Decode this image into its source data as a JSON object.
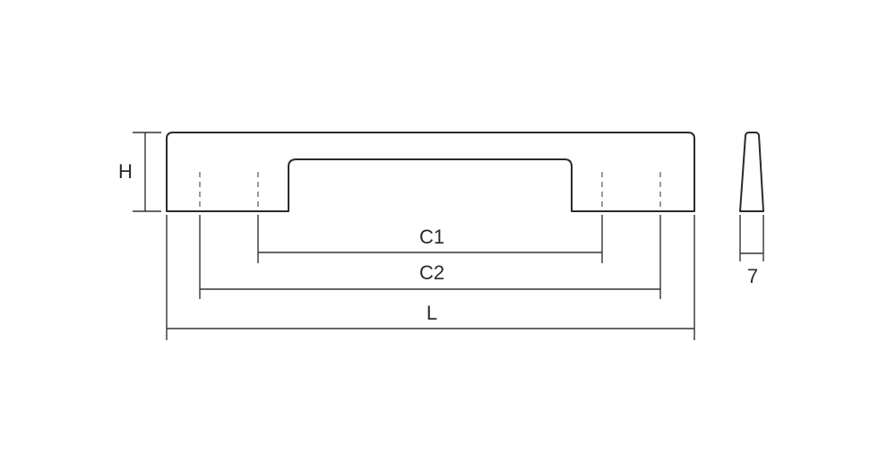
{
  "labels": {
    "height": "H",
    "center_distance_1": "C1",
    "center_distance_2": "C2",
    "length": "L",
    "thickness": "7"
  },
  "colors": {
    "line": "#2a2a2a",
    "background": "#ffffff"
  }
}
